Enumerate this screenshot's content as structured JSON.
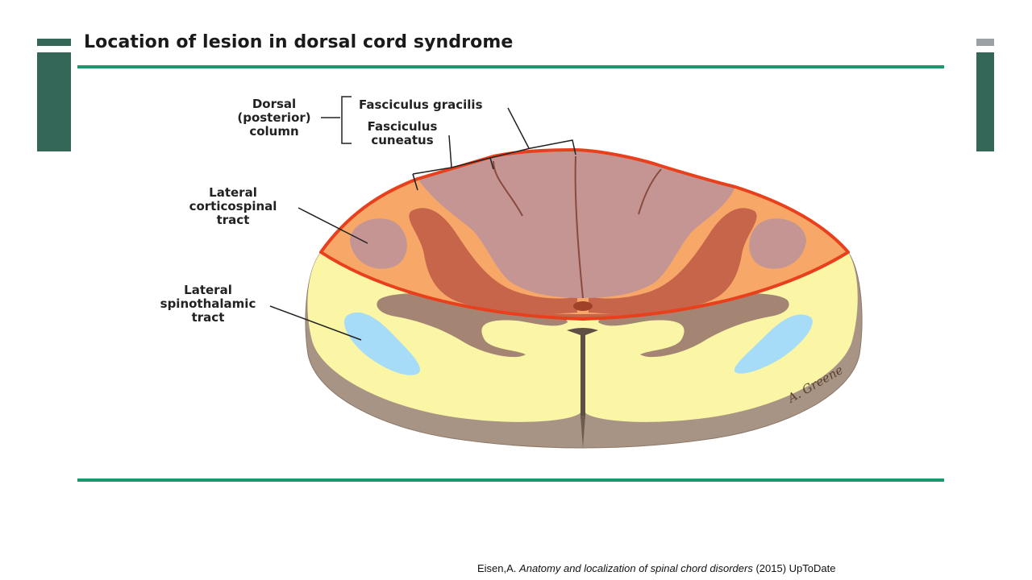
{
  "slide": {
    "title": "Location of lesion in dorsal cord syndrome",
    "citation": {
      "author": "Eisen,A.",
      "work": "Anatomy and localization of spinal chord disorders",
      "year": "(2015)",
      "source": "UpToDate"
    }
  },
  "diagram": {
    "labels": {
      "dorsal_column": [
        "Dorsal",
        "(posterior)",
        "column"
      ],
      "fasciculus_gracilis": "Fasciculus gracilis",
      "fasciculus_cuneatus": [
        "Fasciculus",
        "cuneatus"
      ],
      "lateral_corticospinal": [
        "Lateral",
        "corticospinal",
        "tract"
      ],
      "lateral_spinothalamic": [
        "Lateral",
        "spinothalamic",
        "tract"
      ],
      "signature": "A. Greene"
    },
    "colors": {
      "accent_rule": "#1a9a6c",
      "deco_green": "#346757",
      "lesion_outline": "#e8401c",
      "white_matter": "#fbf6a6",
      "lateral_columns": "#f7a869",
      "dorsal_columns": "#c49593",
      "gray_matter_lesion": "#c7654a",
      "gray_matter": "#a48574",
      "spinothalamic": "#a6dcf7",
      "cord_side": "#a89484"
    }
  }
}
